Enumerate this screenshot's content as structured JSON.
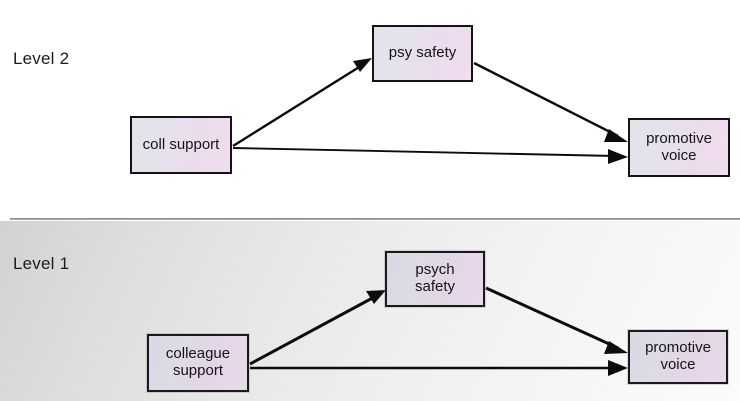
{
  "slide": {
    "background_color": "#ffffff",
    "divider_color": "#8e8e93"
  },
  "levels": [
    {
      "id": "level-2",
      "label": "Level 2",
      "nodes": [
        {
          "id": "coll-support",
          "label": "coll support",
          "lines": [
            "coll support"
          ]
        },
        {
          "id": "psy-safety",
          "label": "psy safety",
          "lines": [
            "psy safety"
          ]
        },
        {
          "id": "promotive-voice-top",
          "label": "promotive voice",
          "lines": [
            "promotive",
            "voice"
          ]
        }
      ],
      "edges": [
        {
          "from": "coll-support",
          "to": "psy-safety",
          "style": "arrow"
        },
        {
          "from": "psy-safety",
          "to": "promotive-voice-top",
          "style": "arrow"
        },
        {
          "from": "coll-support",
          "to": "promotive-voice-top",
          "style": "arrow"
        }
      ]
    },
    {
      "id": "level-1",
      "label": "Level 1",
      "nodes": [
        {
          "id": "colleague-support",
          "label": "colleague support",
          "lines": [
            "colleague",
            "support"
          ]
        },
        {
          "id": "psych-safety",
          "label": "psych safety",
          "lines": [
            "psych",
            "safety"
          ]
        },
        {
          "id": "promotive-voice-bottom",
          "label": "promotive voice",
          "lines": [
            "promotive",
            "voice"
          ]
        }
      ],
      "edges": [
        {
          "from": "colleague-support",
          "to": "psych-safety",
          "style": "arrow"
        },
        {
          "from": "psych-safety",
          "to": "promotive-voice-bottom",
          "style": "arrow"
        },
        {
          "from": "colleague-support",
          "to": "promotive-voice-bottom",
          "style": "arrow"
        }
      ]
    }
  ],
  "node_style": {
    "border_color": "#141414",
    "fill_gradient_from": "#e2e2ea",
    "fill_gradient_to": "#f2dcf0",
    "text_color": "#151515"
  },
  "lower_panel_style": {
    "fill_gradient_from": "#d2d2d2",
    "fill_gradient_to": "#fbfbfb"
  }
}
